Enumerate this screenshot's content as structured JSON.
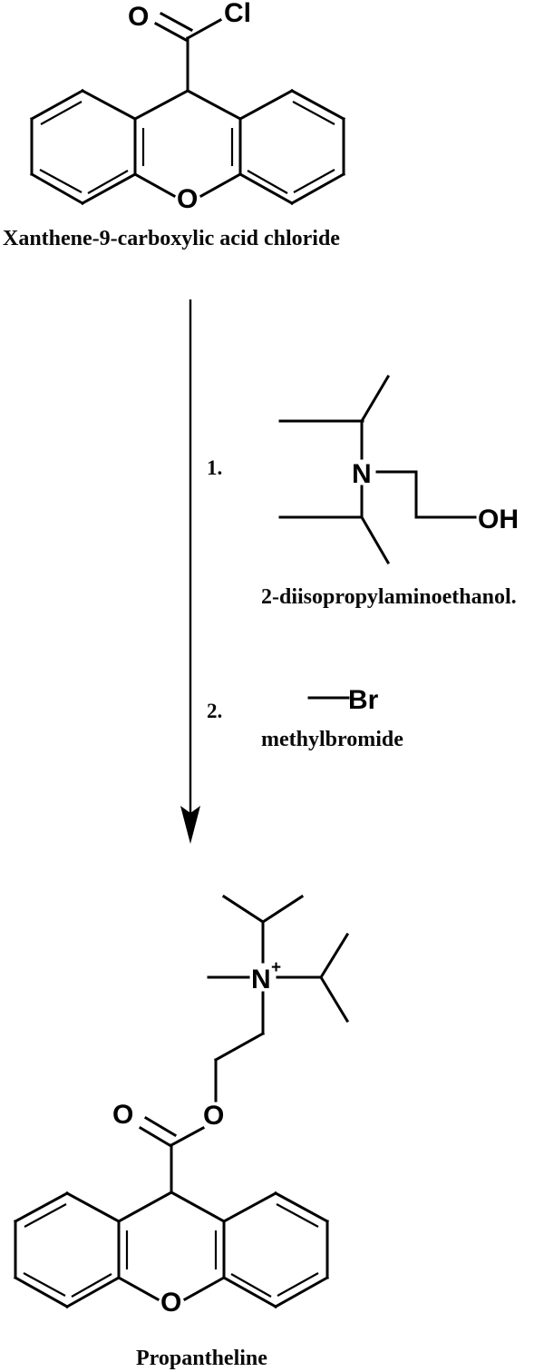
{
  "scheme": {
    "title_reactant": "Xanthene-9-carboxylic acid chloride",
    "title_product": "Propantheline",
    "background_color": "#ffffff",
    "bond_color": "#000000",
    "label_color": "#0a0a0a"
  },
  "reactant": {
    "name": "Xanthene-9-carboxylic acid chloride",
    "atom_labels": {
      "carbonyl_oxygen": "O",
      "chlorine": "Cl",
      "ring_oxygen": "O"
    }
  },
  "steps": [
    {
      "number": "1.",
      "reagent_name": "2-diisopropylaminoethanol.",
      "atom_labels": {
        "nitrogen": "N",
        "hydroxyl": "OH"
      }
    },
    {
      "number": "2.",
      "reagent_name": "methylbromide",
      "atom_labels": {
        "bromine": "Br"
      }
    }
  ],
  "product": {
    "name": "Propantheline",
    "atom_labels": {
      "quaternary_nitrogen": "N",
      "positive_charge": "+",
      "carbonyl_oxygen": "O",
      "ester_oxygen": "O",
      "ring_oxygen": "O"
    }
  }
}
